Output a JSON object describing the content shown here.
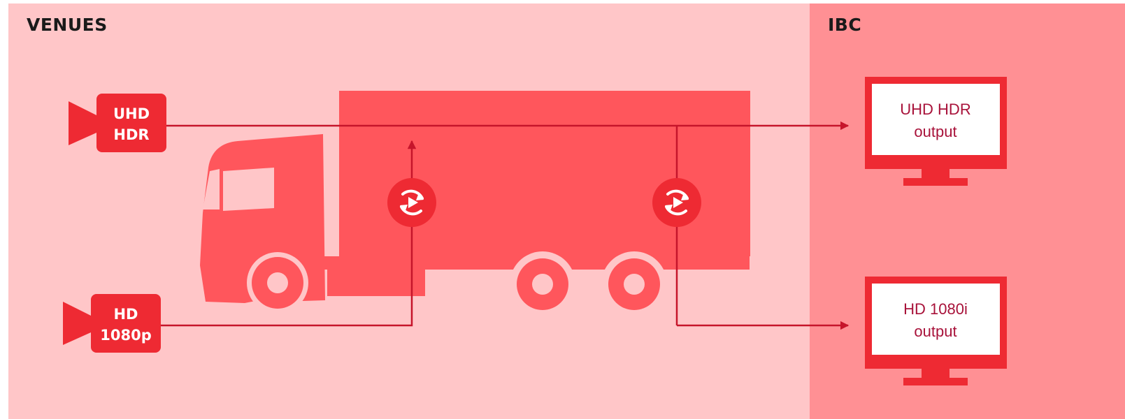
{
  "zones": {
    "venues_label": "VENUES",
    "ibc_label": "IBC"
  },
  "sources": [
    {
      "line1": "UHD",
      "line2": "HDR",
      "icon": "camera-icon"
    },
    {
      "line1": "HD",
      "line2": "1080p",
      "icon": "camera-icon"
    }
  ],
  "outputs": [
    {
      "line1": "UHD HDR",
      "line2": "output",
      "icon": "monitor-icon"
    },
    {
      "line1": "HD 1080i",
      "line2": "output",
      "icon": "monitor-icon"
    }
  ],
  "converters": [
    {
      "icon": "convert-play-icon"
    },
    {
      "icon": "convert-play-icon"
    }
  ],
  "colors": {
    "venues_bg": "#ffc6c8",
    "ibc_bg": "#ff9094",
    "truck": "#ff565c",
    "accent": "#ee2a33",
    "line": "#c6152b",
    "output_text": "#a8123a"
  }
}
